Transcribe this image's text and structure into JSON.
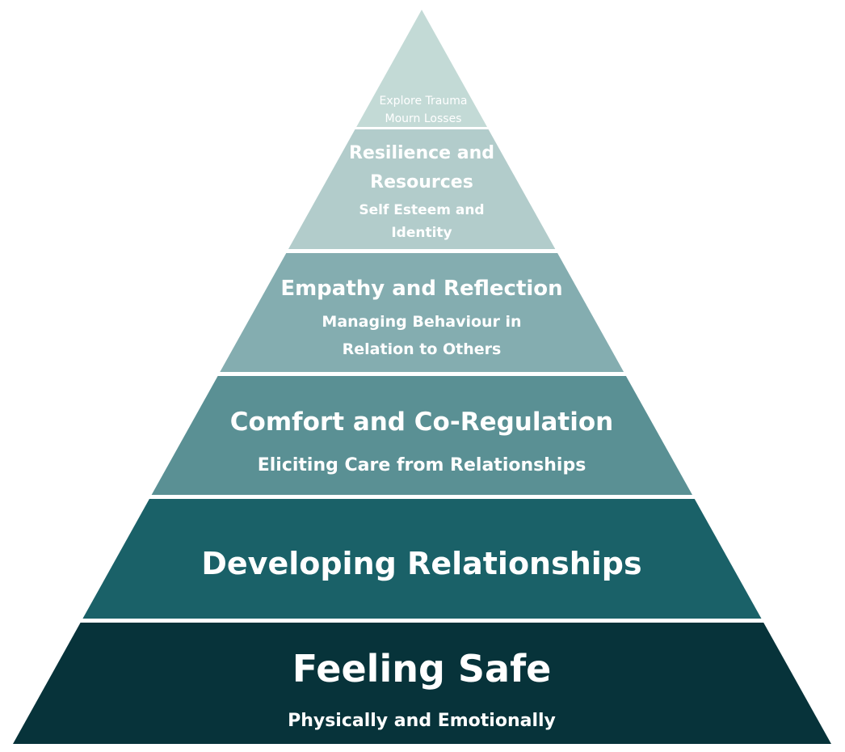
{
  "diagram": {
    "tiers": [
      {
        "lines": [
          "Explore Trauma",
          "Mourn Losses"
        ],
        "color": "#c3dad6"
      },
      {
        "lines": [
          "Resilience and",
          "Resources",
          "Self Esteem and",
          "Identity"
        ],
        "color": "#b2cccb"
      },
      {
        "lines": [
          "Empathy and Reflection",
          "Managing Behaviour in",
          "Relation to Others"
        ],
        "color": "#84adb0"
      },
      {
        "lines": [
          "Comfort and Co-Regulation",
          "Eliciting Care from Relationships"
        ],
        "color": "#5a9094"
      },
      {
        "lines": [
          "Developing Relationships"
        ],
        "color": "#1a6168"
      },
      {
        "lines": [
          "Feeling Safe",
          "Physically and Emotionally"
        ],
        "color": "#07333a"
      }
    ]
  }
}
